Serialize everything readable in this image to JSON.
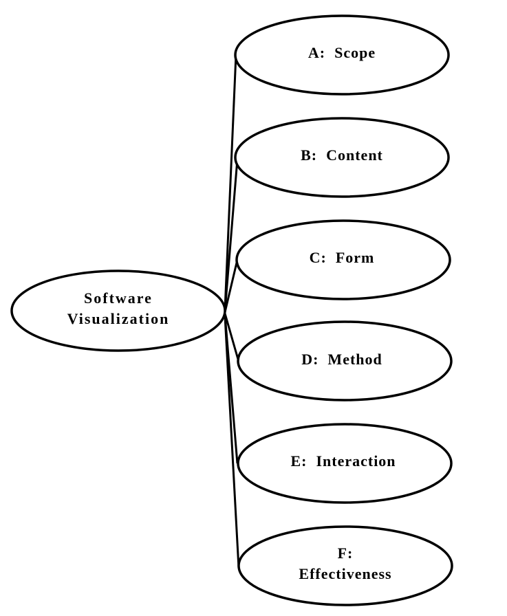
{
  "diagram": {
    "root": {
      "line1": "Software",
      "line2": "Visualization"
    },
    "children": [
      {
        "label": "A:  Scope"
      },
      {
        "label": "B:  Content"
      },
      {
        "label": "C:  Form"
      },
      {
        "label": "D:  Method"
      },
      {
        "label": "E:  Interaction"
      },
      {
        "line1": "F:",
        "line2": "Effectiveness"
      }
    ]
  }
}
